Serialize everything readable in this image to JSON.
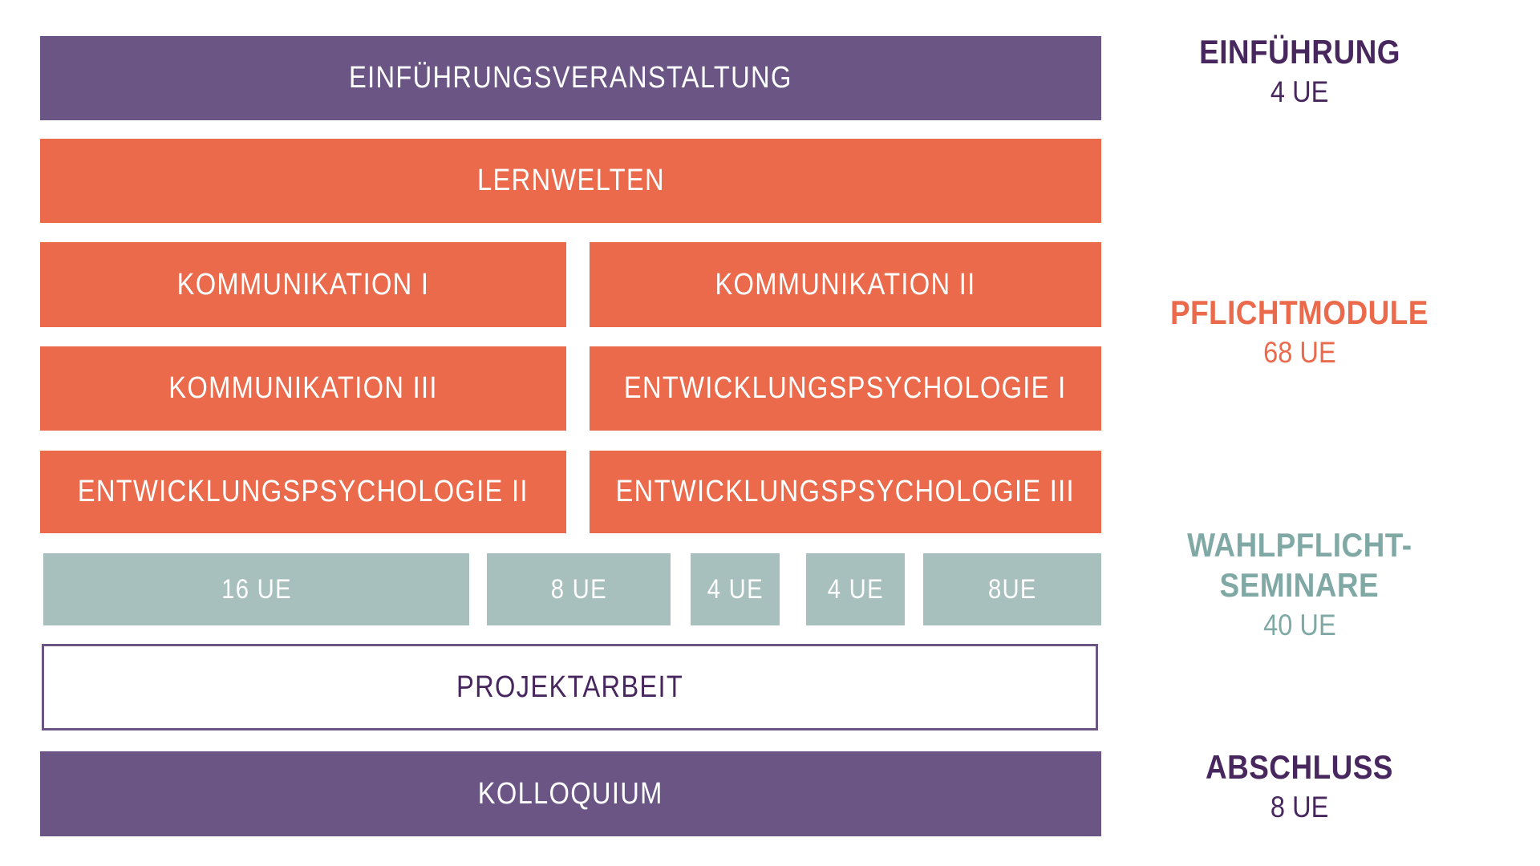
{
  "colors": {
    "purple_box": "#6A5584",
    "orange_box": "#EB6A4B",
    "sage_box": "#A7C0BD",
    "purple_text": "#48275F",
    "orange_text": "#EB6A4B",
    "sage_text": "#80A9A5",
    "box_label_text": "#FFFFFF",
    "background": "#FFFFFF"
  },
  "boxes": {
    "einfuehrungsveranstaltung": "EINFÜHRUNGSVERANSTALTUNG",
    "lernwelten": "LERNWELTEN",
    "kommunikation_1": "KOMMUNIKATION I",
    "kommunikation_2": "KOMMUNIKATION II",
    "kommunikation_3": "KOMMUNIKATION III",
    "entwicklungspsychologie_1": "ENTWICKLUNGSPSYCHOLOGIE I",
    "entwicklungspsychologie_2": "ENTWICKLUNGSPSYCHOLOGIE II",
    "entwicklungspsychologie_3": "ENTWICKLUNGSPSYCHOLOGIE III",
    "seminar_ue": [
      "16 UE",
      "8 UE",
      "4 UE",
      "4 UE",
      "8UE"
    ],
    "projektarbeit": "PROJEKTARBEIT",
    "kolloquium": "KOLLOQUIUM"
  },
  "legend": {
    "einfuehrung": {
      "title": "EINFÜHRUNG",
      "hours": "4 UE"
    },
    "pflichtmodule": {
      "title": "PFLICHTMODULE",
      "hours": "68 UE"
    },
    "wahlpflicht": {
      "title_line1": "WAHLPFLICHT-",
      "title_line2": "SEMINARE",
      "hours": "40 UE"
    },
    "abschluss": {
      "title": "ABSCHLUSS",
      "hours": "8 UE"
    }
  }
}
